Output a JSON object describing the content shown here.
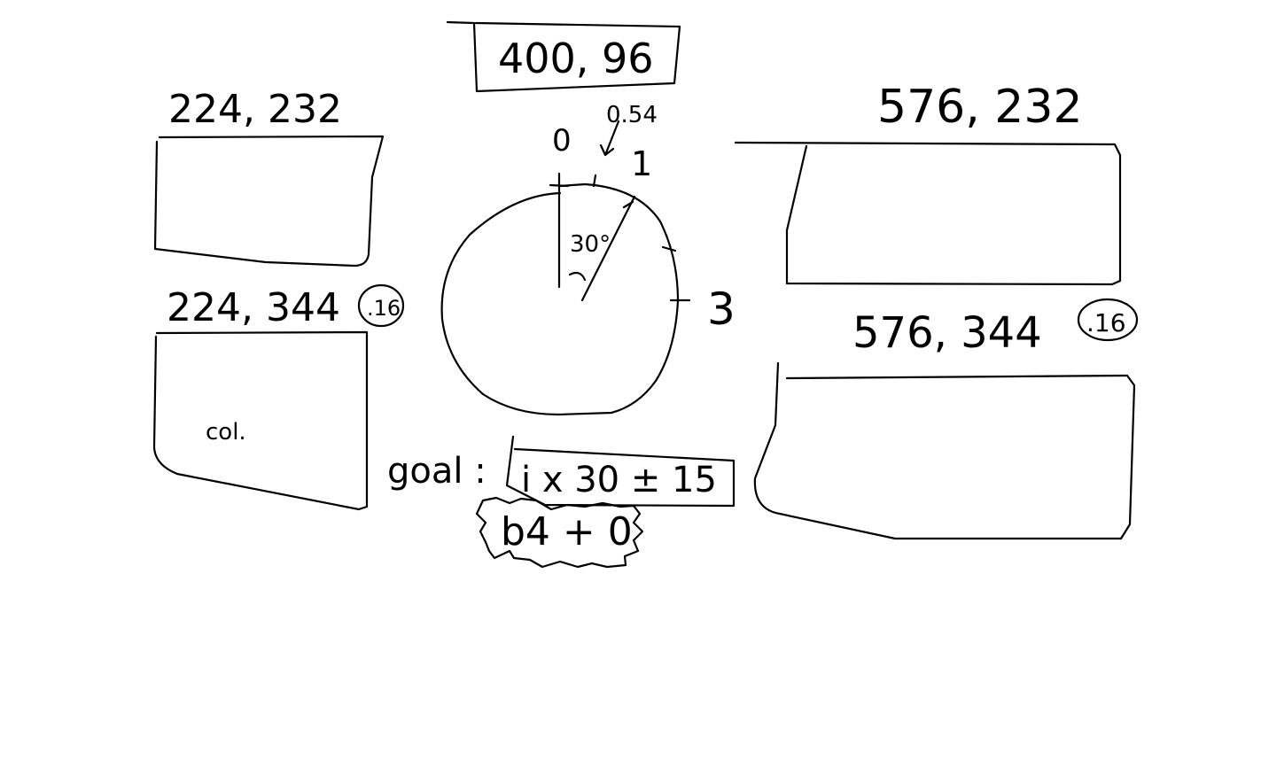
{
  "labels": {
    "top_box": "400, 96",
    "left_top": "224, 232",
    "left_bottom": "224, 344",
    "left_bottom_badge": ".16",
    "right_top": "576, 232",
    "right_bottom": "576, 344",
    "right_bottom_badge": ".16",
    "left_bottom_box_text": "col.",
    "goal_label": "goal :",
    "goal_formula": "i x 30 ± 15",
    "cloud_text": "b4 + 0"
  },
  "dial": {
    "tick_0": "0",
    "tick_1": "1",
    "tick_3": "3",
    "pointer_value": "0.54",
    "angle_label": "30°"
  }
}
